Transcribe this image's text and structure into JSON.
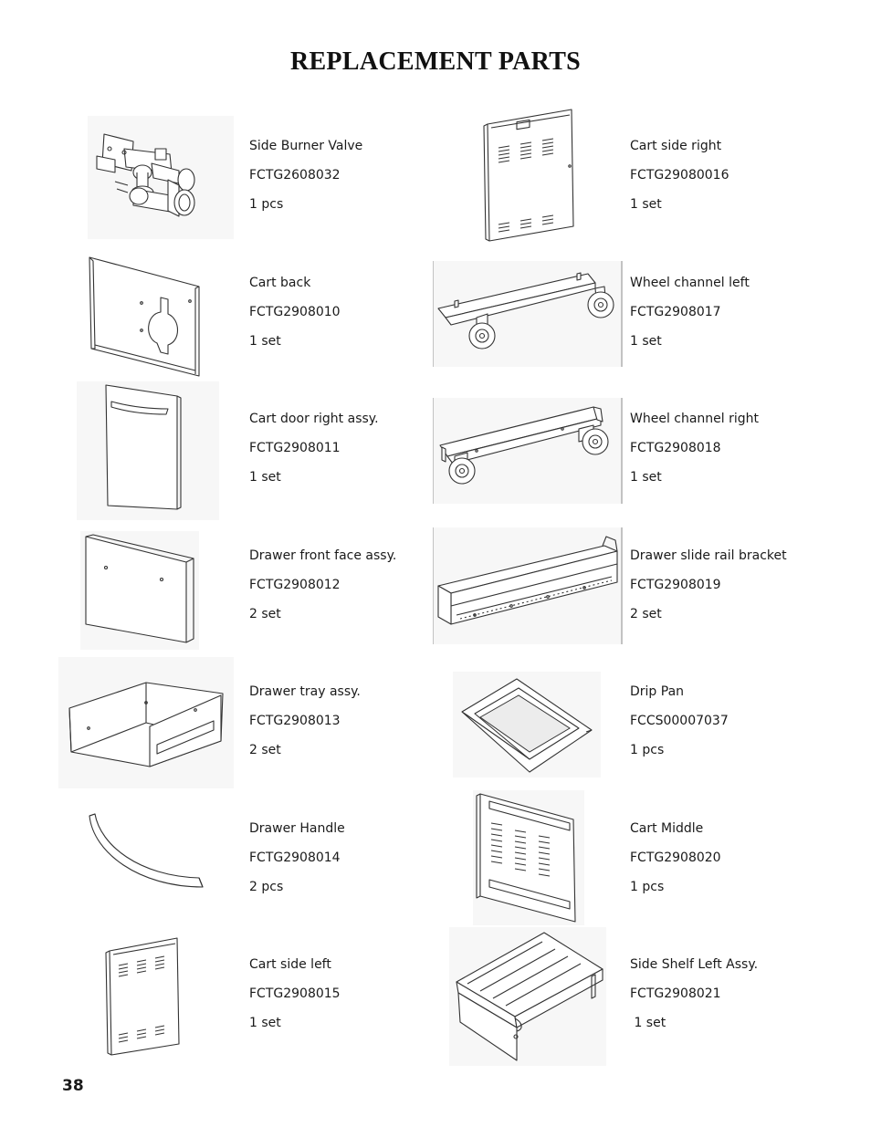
{
  "title": "REPLACEMENT PARTS",
  "page_number": "38",
  "left_parts": [
    {
      "name": "Side Burner Valve",
      "code": "FCTG2608032",
      "qty": "1 pcs",
      "icon": "valve-icon"
    },
    {
      "name": "Cart back",
      "code": "FCTG2908010",
      "qty": "1 set",
      "icon": "panel-back-icon"
    },
    {
      "name": "Cart door right assy.",
      "code": "FCTG2908011",
      "qty": "1 set",
      "icon": "door-icon"
    },
    {
      "name": "Drawer front face assy.",
      "code": "FCTG2908012",
      "qty": "2 set",
      "icon": "drawer-front-icon"
    },
    {
      "name": "Drawer tray assy.",
      "code": "FCTG2908013",
      "qty": "2 set",
      "icon": "drawer-tray-icon"
    },
    {
      "name": "Drawer Handle",
      "code": "FCTG2908014",
      "qty": "2 pcs",
      "icon": "handle-icon"
    },
    {
      "name": "Cart side left",
      "code": "FCTG2908015",
      "qty": "1 set",
      "icon": "side-panel-icon"
    }
  ],
  "right_parts": [
    {
      "name": "Cart side right",
      "code": "FCTG29080016",
      "qty": "1 set",
      "icon": "side-panel-icon"
    },
    {
      "name": "Wheel channel left",
      "code": "FCTG2908017",
      "qty": "1 set",
      "icon": "wheel-channel-icon"
    },
    {
      "name": "Wheel channel right",
      "code": "FCTG2908018",
      "qty": "1 set",
      "icon": "wheel-channel-icon"
    },
    {
      "name": "Drawer slide rail bracket",
      "code": "FCTG2908019",
      "qty": "2 set",
      "icon": "rail-bracket-icon"
    },
    {
      "name": "Drip Pan",
      "code": "FCCS00007037",
      "qty": "1 pcs",
      "icon": "drip-pan-icon"
    },
    {
      "name": "Cart Middle",
      "code": "FCTG2908020",
      "qty": "1 pcs",
      "icon": "middle-panel-icon"
    },
    {
      "name": "Side Shelf Left Assy.",
      "code": "FCTG2908021",
      "qty": " 1 set",
      "icon": "side-shelf-icon"
    }
  ]
}
